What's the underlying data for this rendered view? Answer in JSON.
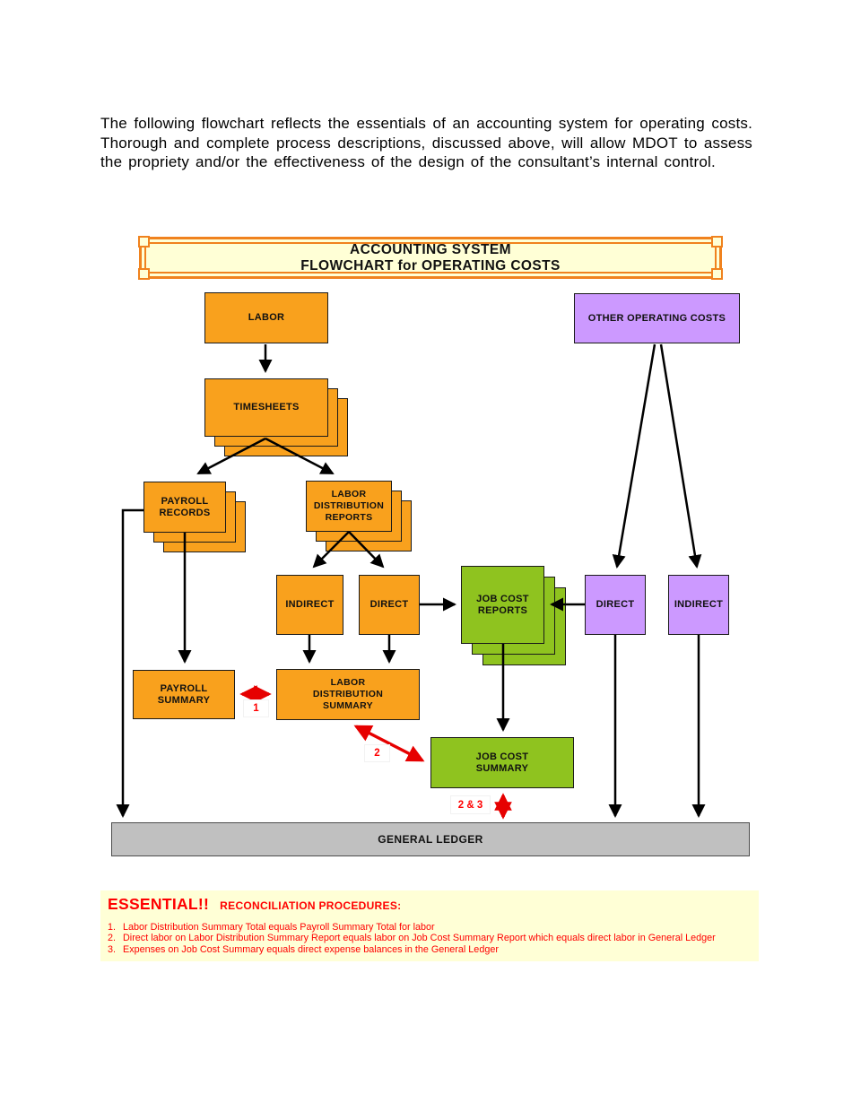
{
  "page": {
    "intro_text": "The following flowchart reflects the essentials of an accounting system for operating costs. Thorough and complete process descriptions, discussed above, will allow MDOT to assess the propriety and/or the effectiveness of the design of the consultant’s internal control."
  },
  "banner": {
    "line1": "ACCOUNTING SYSTEM",
    "line2": "FLOWCHART for OPERATING COSTS"
  },
  "nodes": {
    "labor": {
      "label": "LABOR"
    },
    "other_operating_costs": {
      "label": "OTHER OPERATING COSTS"
    },
    "timesheets": {
      "label": "TIMESHEETS"
    },
    "payroll_records": {
      "label": "PAYROLL RECORDS"
    },
    "labor_distribution_reports": {
      "label": "LABOR DISTRIBUTION REPORTS"
    },
    "indirect_labor": {
      "label": "INDIRECT"
    },
    "direct_labor": {
      "label": "DIRECT"
    },
    "job_cost_reports": {
      "label": "JOB COST REPORTS"
    },
    "direct_costs": {
      "label": "DIRECT"
    },
    "indirect_costs": {
      "label": "INDIRECT"
    },
    "payroll_summary": {
      "label": "PAYROLL SUMMARY"
    },
    "labor_distribution_summary": {
      "label": "LABOR DISTRIBUTION SUMMARY"
    },
    "job_cost_summary": {
      "label": "JOB COST SUMMARY"
    },
    "general_ledger": {
      "label": "GENERAL LEDGER"
    }
  },
  "recon_labels": {
    "one": "1",
    "two": "2",
    "two_three": "2 & 3"
  },
  "essential": {
    "title": "ESSENTIAL!!",
    "subtitle": "RECONCILIATION PROCEDURES:",
    "items": [
      {
        "num": "1.",
        "text": "Labor Distribution Summary Total equals Payroll Summary Total for labor"
      },
      {
        "num": "2.",
        "text": "Direct labor on Labor Distribution Summary Report equals labor on Job Cost Summary Report which equals direct labor in General Ledger"
      },
      {
        "num": "3.",
        "text": "Expenses on Job Cost Summary equals direct expense balances in the General Ledger"
      }
    ]
  },
  "colors": {
    "orange": "#F9A11D",
    "purple": "#CC99FF",
    "green": "#8FC31F",
    "gray": "#C0C0C0",
    "frame": "#F0821E",
    "paleyellow": "#FFFFD6",
    "red": "#E60000"
  }
}
